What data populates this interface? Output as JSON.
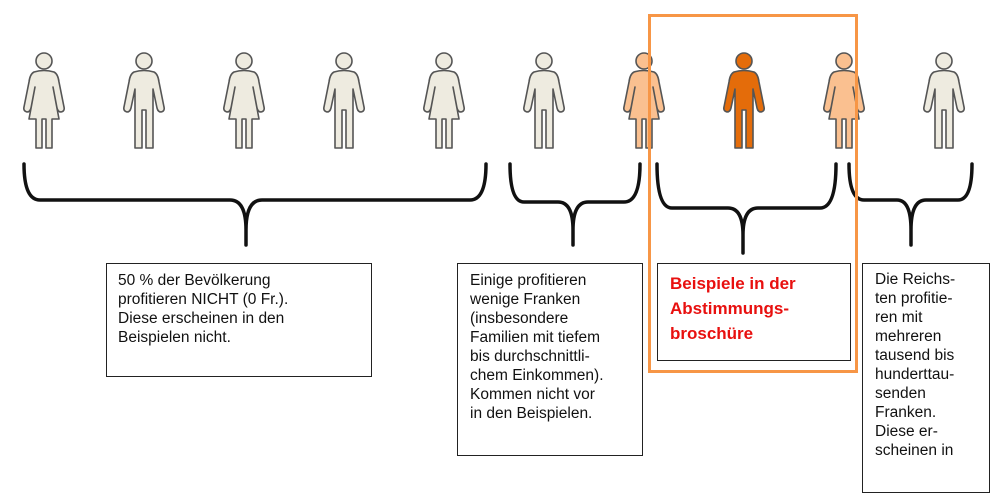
{
  "colors": {
    "neutral": "#eeebe0",
    "light_orange": "#fac090",
    "dark_orange": "#e46c0a",
    "highlight": "#f79646",
    "emphasis": "#e8100f"
  },
  "figures": [
    {
      "type": "female",
      "color": "neutral"
    },
    {
      "type": "male",
      "color": "neutral"
    },
    {
      "type": "female",
      "color": "neutral"
    },
    {
      "type": "male",
      "color": "neutral"
    },
    {
      "type": "female",
      "color": "neutral"
    },
    {
      "type": "male",
      "color": "neutral"
    },
    {
      "type": "female",
      "color": "light_orange"
    },
    {
      "type": "male",
      "color": "dark_orange"
    },
    {
      "type": "female",
      "color": "light_orange"
    },
    {
      "type": "male",
      "color": "neutral"
    }
  ],
  "boxes": {
    "no_benefit": [
      "50 % der Bevölkerung",
      "profitieren NICHT (0 Fr.).",
      "Diese erscheinen in den",
      "Beispielen nicht."
    ],
    "few_francs": [
      "Einige profitieren",
      "wenige Franken",
      "(insbesondere",
      "Familien mit tiefem",
      "bis durchschnittli-",
      "chem Einkommen).",
      "Kommen nicht vor",
      "in den Beispielen."
    ],
    "brochure_examples": [
      "Beispiele in der",
      "Abstimmungs-",
      "broschüre"
    ],
    "richest": [
      "Die Reichs-",
      "ten profitie-",
      "ren mit",
      "mehreren",
      "tausend bis",
      "hunderttau-",
      "senden",
      "Franken.",
      "Diese er-",
      "scheinen in"
    ]
  }
}
